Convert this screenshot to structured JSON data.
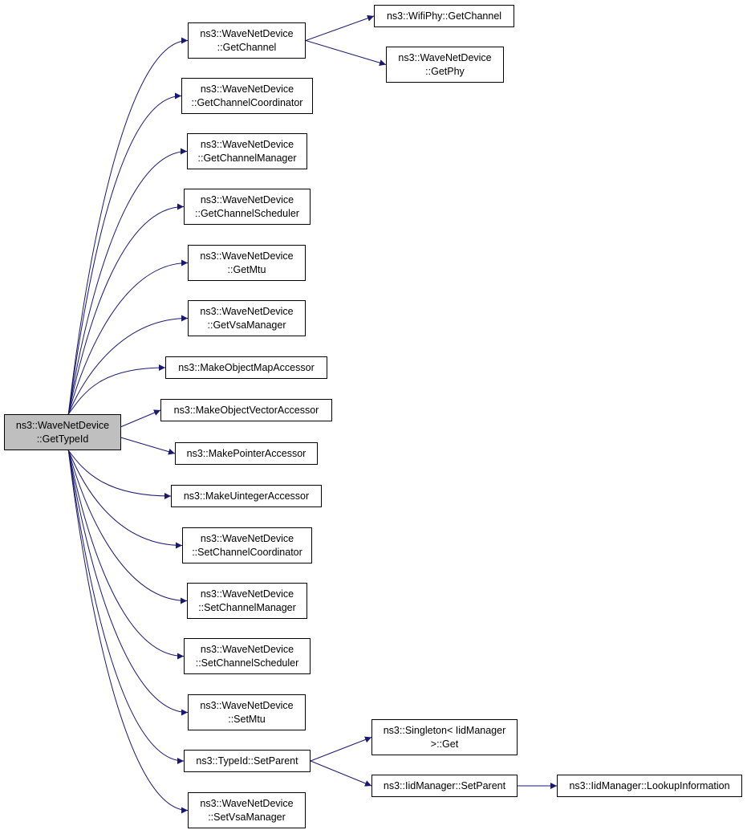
{
  "colors": {
    "edge": "#191970",
    "root_fill": "#bfbfbf",
    "node_fill": "#ffffff",
    "border": "#000000"
  },
  "nodes": [
    {
      "id": "root",
      "lines": [
        "ns3::WaveNetDevice",
        "::GetTypeId"
      ],
      "root": true
    },
    {
      "id": "getchannel",
      "lines": [
        "ns3::WaveNetDevice",
        "::GetChannel"
      ]
    },
    {
      "id": "wifiphy_getchannel",
      "lines": [
        "ns3::WifiPhy::GetChannel"
      ]
    },
    {
      "id": "getphy",
      "lines": [
        "ns3::WaveNetDevice",
        "::GetPhy"
      ]
    },
    {
      "id": "getchannelcoordinator",
      "lines": [
        "ns3::WaveNetDevice",
        "::GetChannelCoordinator"
      ]
    },
    {
      "id": "getchannelmanager",
      "lines": [
        "ns3::WaveNetDevice",
        "::GetChannelManager"
      ]
    },
    {
      "id": "getchannelscheduler",
      "lines": [
        "ns3::WaveNetDevice",
        "::GetChannelScheduler"
      ]
    },
    {
      "id": "getmtu",
      "lines": [
        "ns3::WaveNetDevice",
        "::GetMtu"
      ]
    },
    {
      "id": "getvsamanager",
      "lines": [
        "ns3::WaveNetDevice",
        "::GetVsaManager"
      ]
    },
    {
      "id": "makeobjectmapaccessor",
      "lines": [
        "ns3::MakeObjectMapAccessor"
      ]
    },
    {
      "id": "makeobjectvectoraccessor",
      "lines": [
        "ns3::MakeObjectVectorAccessor"
      ]
    },
    {
      "id": "makepointeraccessor",
      "lines": [
        "ns3::MakePointerAccessor"
      ]
    },
    {
      "id": "makeuintegeraccessor",
      "lines": [
        "ns3::MakeUintegerAccessor"
      ]
    },
    {
      "id": "setchannelcoordinator",
      "lines": [
        "ns3::WaveNetDevice",
        "::SetChannelCoordinator"
      ]
    },
    {
      "id": "setchannelmanager",
      "lines": [
        "ns3::WaveNetDevice",
        "::SetChannelManager"
      ]
    },
    {
      "id": "setchannelscheduler",
      "lines": [
        "ns3::WaveNetDevice",
        "::SetChannelScheduler"
      ]
    },
    {
      "id": "setmtu",
      "lines": [
        "ns3::WaveNetDevice",
        "::SetMtu"
      ]
    },
    {
      "id": "typeid_setparent",
      "lines": [
        "ns3::TypeId::SetParent"
      ]
    },
    {
      "id": "singleton_get",
      "lines": [
        "ns3::Singleton< IidManager",
        ">::Get"
      ]
    },
    {
      "id": "iidmanager_setparent",
      "lines": [
        "ns3::IidManager::SetParent"
      ]
    },
    {
      "id": "iidmanager_lookupinformation",
      "lines": [
        "ns3::IidManager::LookupInformation"
      ]
    },
    {
      "id": "setvsamanager",
      "lines": [
        "ns3::WaveNetDevice",
        "::SetVsaManager"
      ]
    }
  ],
  "edges": [
    [
      "root",
      "getchannel"
    ],
    [
      "getchannel",
      "wifiphy_getchannel"
    ],
    [
      "getchannel",
      "getphy"
    ],
    [
      "root",
      "getchannelcoordinator"
    ],
    [
      "root",
      "getchannelmanager"
    ],
    [
      "root",
      "getchannelscheduler"
    ],
    [
      "root",
      "getmtu"
    ],
    [
      "root",
      "getvsamanager"
    ],
    [
      "root",
      "makeobjectmapaccessor"
    ],
    [
      "root",
      "makeobjectvectoraccessor"
    ],
    [
      "root",
      "makepointeraccessor"
    ],
    [
      "root",
      "makeuintegeraccessor"
    ],
    [
      "root",
      "setchannelcoordinator"
    ],
    [
      "root",
      "setchannelmanager"
    ],
    [
      "root",
      "setchannelscheduler"
    ],
    [
      "root",
      "setmtu"
    ],
    [
      "root",
      "typeid_setparent"
    ],
    [
      "typeid_setparent",
      "singleton_get"
    ],
    [
      "typeid_setparent",
      "iidmanager_setparent"
    ],
    [
      "iidmanager_setparent",
      "iidmanager_lookupinformation"
    ],
    [
      "root",
      "setvsamanager"
    ]
  ]
}
